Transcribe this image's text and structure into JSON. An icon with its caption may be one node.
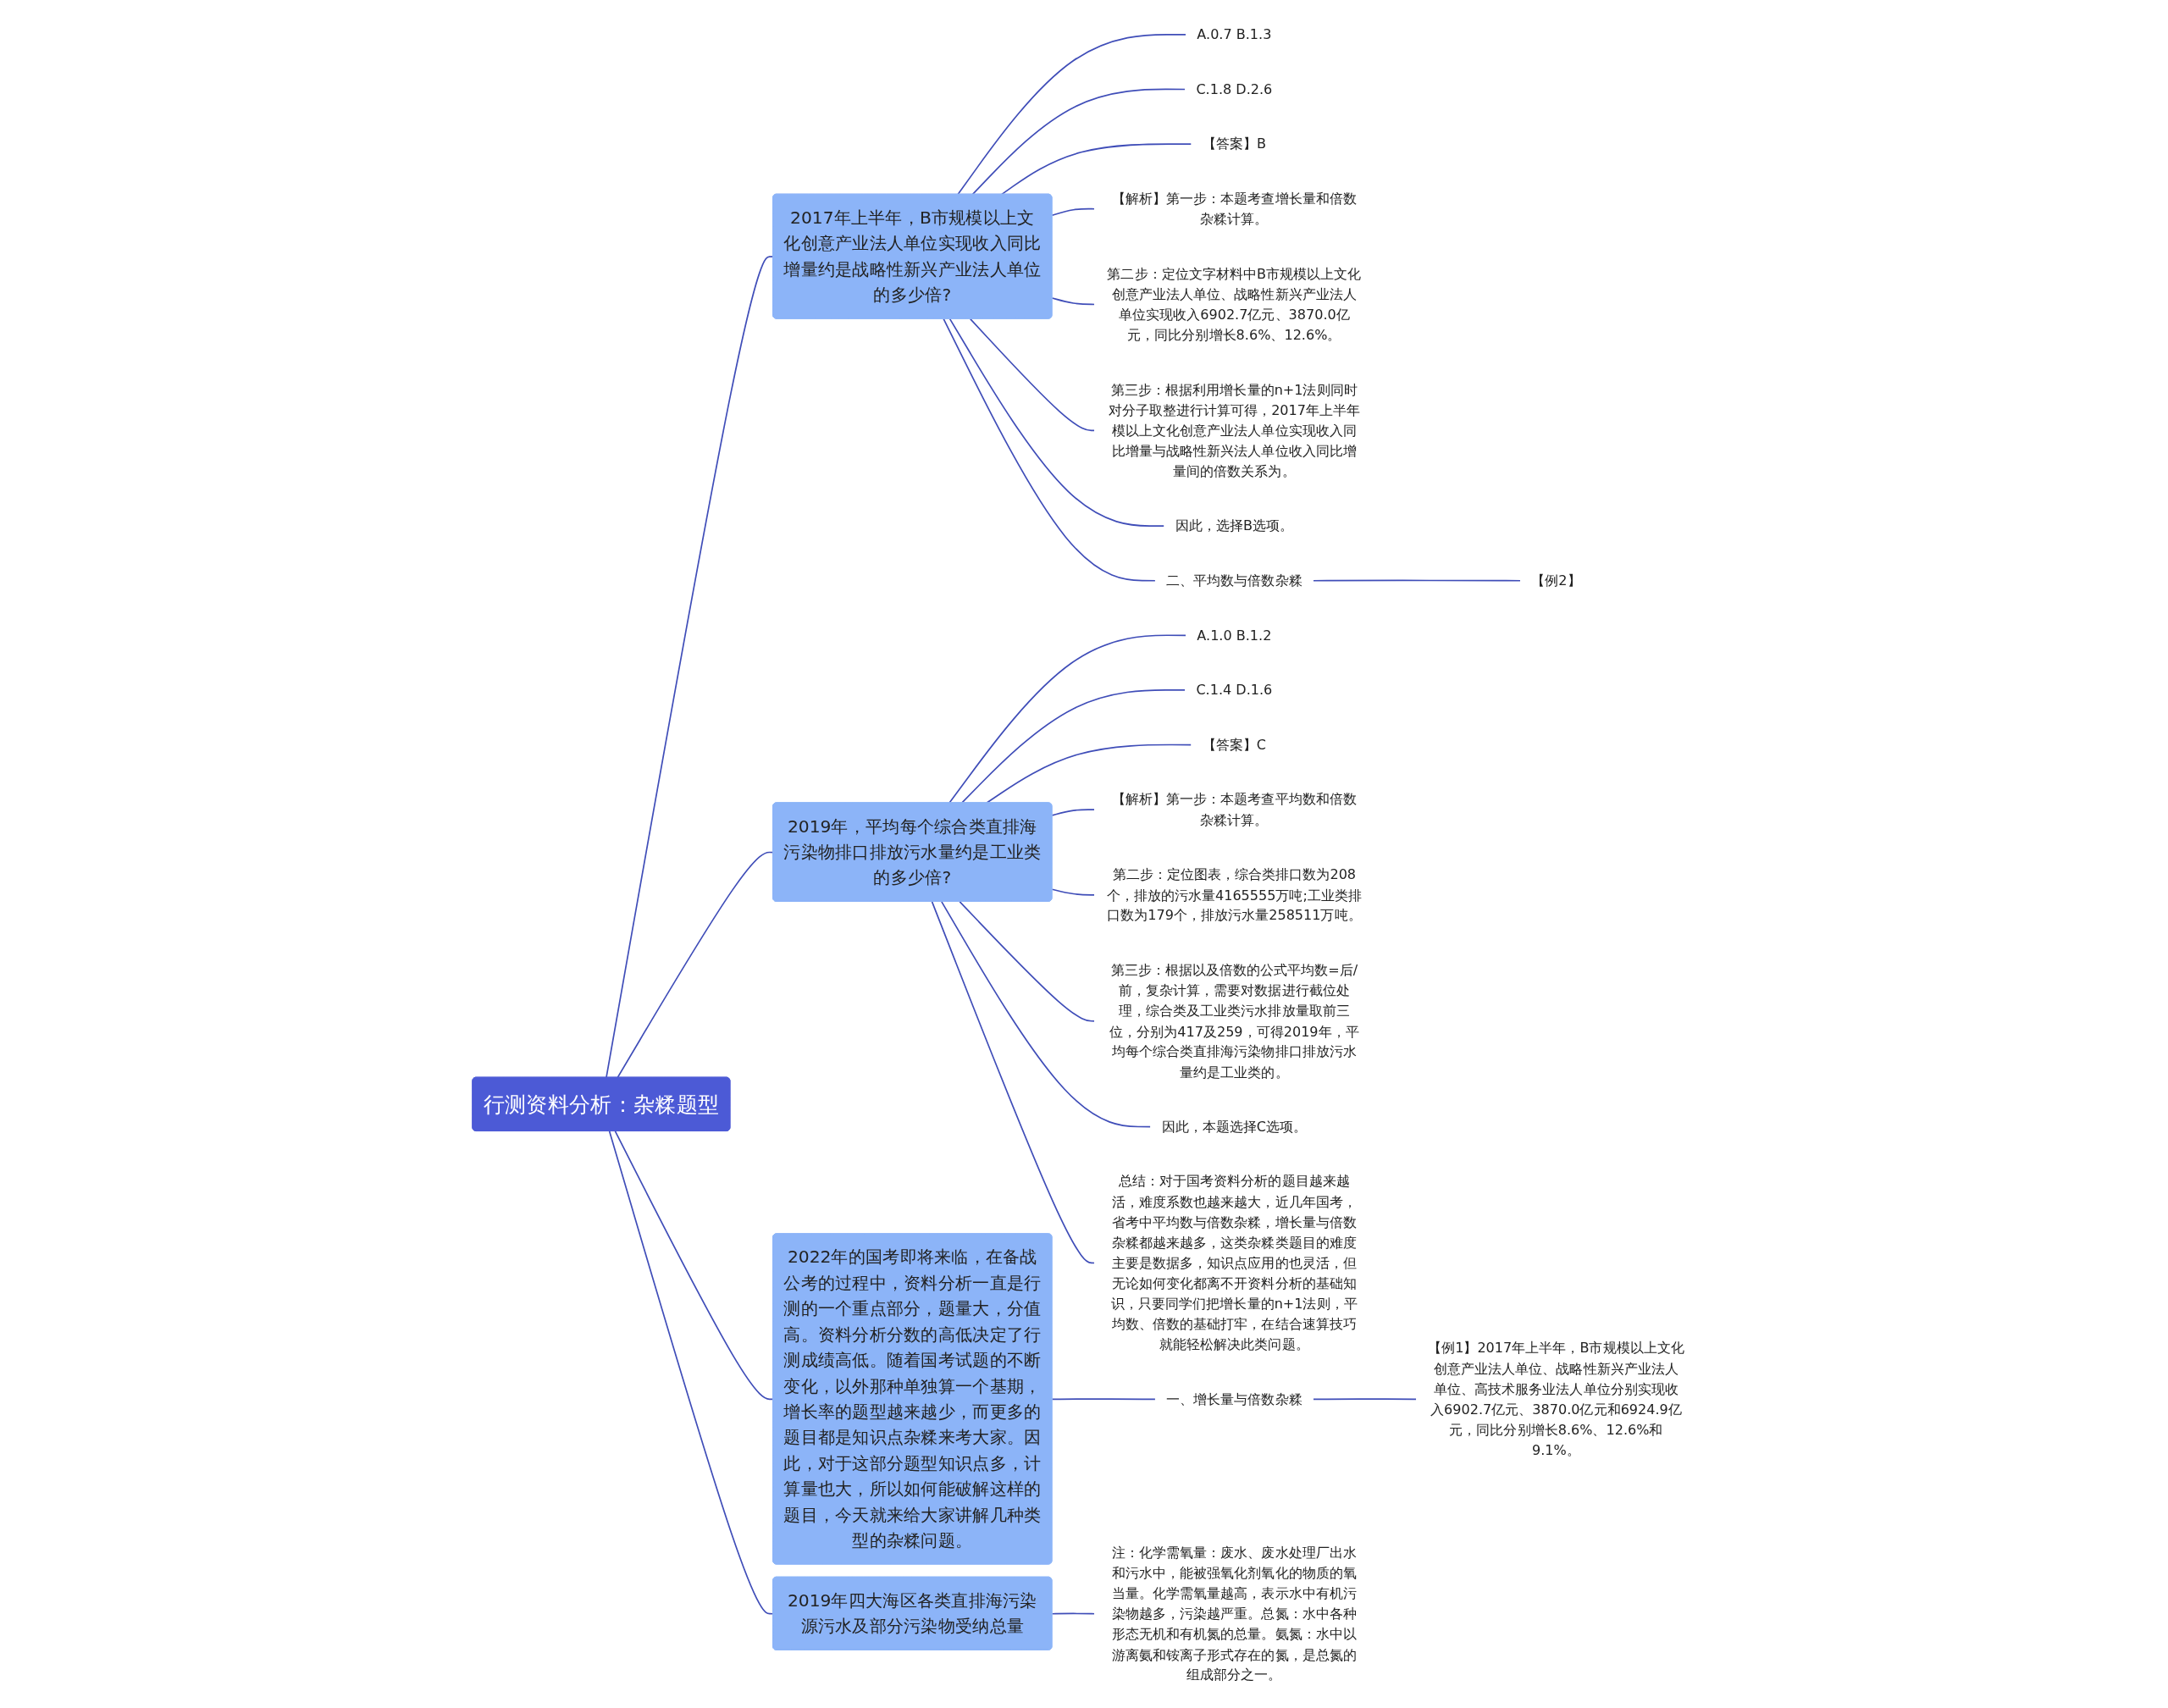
{
  "diagram": {
    "nodes": [
      {
        "text": [
          "行测资料分析：杂糅题型"
        ]
      },
      {
        "text": [
          "2017年上半年，B市规模以上文化创意产业法人单位实现收入同比增量约是战略性新兴产业法人单位的多少倍?"
        ]
      },
      {
        "text": [
          "A.0.7 B.1.3"
        ]
      },
      {
        "text": [
          "C.1.8 D.2.6"
        ]
      },
      {
        "text": [
          "【答案】B"
        ]
      },
      {
        "text": [
          "【解析】第一步：本题考查增长量和倍数杂糅计算。"
        ]
      },
      {
        "text": [
          "第二步：定位文字材料中B市规模以上文化创意产业法人单位、战略性新兴产业法人单位实现收入6902.7亿元、3870.0亿元，同比分别增长8.6%、12.6%。"
        ]
      },
      {
        "text": [
          "第三步：根据利用增长量的n+1法则同时对分子取整进行计算可得，2017年上半年模以上文化创意产业法人单位实现收入同比增量与战略性新兴法人单位收入同比增量间的倍数关系为。"
        ]
      },
      {
        "text": [
          "因此，选择B选项。"
        ]
      },
      {
        "text": [
          "二、平均数与倍数杂糅"
        ]
      },
      {
        "text": [
          "【例2】"
        ]
      },
      {
        "text": [
          "2019年，平均每个综合类直排海污染物排口排放污水量约是工业类的多少倍?"
        ]
      },
      {
        "text": [
          "A.1.0 B.1.2"
        ]
      },
      {
        "text": [
          "C.1.4 D.1.6"
        ]
      },
      {
        "text": [
          "【答案】C"
        ]
      },
      {
        "text": [
          "【解析】第一步：本题考查平均数和倍数杂糅计算。"
        ]
      },
      {
        "text": [
          "第二步：定位图表，综合类排口数为208个，排放的污水量4165555万吨;工业类排口数为179个，排放污水量258511万吨。"
        ]
      },
      {
        "text": [
          "第三步：根据以及倍数的公式平均数=后/前，复杂计算，需要对数据进行截位处理，综合类及工业类污水排放量取前三位，分别为417及259，可得2019年，平均每个综合类直排海污染物排口排放污水量约是工业类的。"
        ]
      },
      {
        "text": [
          "因此，本题选择C选项。"
        ]
      },
      {
        "text": [
          "总结：对于国考资料分析的题目越来越活，难度系数也越来越大，近几年国考，省考中平均数与倍数杂糅，增长量与倍数杂糅都越来越多，这类杂糅类题目的难度主要是数据多，知识点应用的也灵活，但无论如何变化都离不开资料分析的基础知识，只要同学们把增长量的n+1法则，平均数、倍数的基础打牢，在结合速算技巧就能轻松解决此类问题。"
        ]
      },
      {
        "text": [
          "2022年的国考即将来临，在备战公考的过程中，资料分析一直是行测的一个重点部分，题量大，分值高。资料分析分数的高低决定了行测成绩高低。随着国考试题的不断变化，以外那种单独算一个基期，增长率的题型越来越少，而更多的题目都是知识点杂糅来考大家。因此，对于这部分题型知识点多，计算量也大，所以如何能破解这样的题目，今天就来给大家讲解几种类型的杂糅问题。"
        ]
      },
      {
        "text": [
          "一、增长量与倍数杂糅"
        ]
      },
      {
        "text": [
          "【例1】2017年上半年，B市规模以上文化创意产业法人单位、战略性新兴产业法人单位、高技术服务业法人单位分别实现收入6902.7亿元、3870.0亿元和6924.9亿元，同比分别增长8.6%、12.6%和9.1%。"
        ]
      },
      {
        "text": [
          "2019年四大海区各类直排海污染源污水及部分污染物受纳总量"
        ]
      },
      {
        "text": [
          "注：化学需氧量：废水、废水处理厂出水和污水中，能被强氧化剂氧化的物质的氧当量。化学需氧量越高，表示水中有机污染物越多，污染越严重。总氮：水中各种形态无机和有机氮的总量。氨氮：水中以游离氨和铵离子形式存在的氮，是总氮的组成部分之一。"
        ]
      }
    ],
    "edges": [
      {
        "from": 0,
        "to": 1,
        "arrow": "none"
      },
      {
        "from": 1,
        "to": 2,
        "arrow": "none"
      },
      {
        "from": 1,
        "to": 3,
        "arrow": "none"
      },
      {
        "from": 1,
        "to": 4,
        "arrow": "none"
      },
      {
        "from": 1,
        "to": 5,
        "arrow": "none"
      },
      {
        "from": 1,
        "to": 6,
        "arrow": "none"
      },
      {
        "from": 1,
        "to": 7,
        "arrow": "none"
      },
      {
        "from": 1,
        "to": 8,
        "arrow": "none"
      },
      {
        "from": 1,
        "to": 9,
        "arrow": "none"
      },
      {
        "from": 9,
        "to": 10,
        "arrow": "none"
      },
      {
        "from": 0,
        "to": 11,
        "arrow": "none"
      },
      {
        "from": 11,
        "to": 12,
        "arrow": "none"
      },
      {
        "from": 11,
        "to": 13,
        "arrow": "none"
      },
      {
        "from": 11,
        "to": 14,
        "arrow": "none"
      },
      {
        "from": 11,
        "to": 15,
        "arrow": "none"
      },
      {
        "from": 11,
        "to": 16,
        "arrow": "none"
      },
      {
        "from": 11,
        "to": 17,
        "arrow": "none"
      },
      {
        "from": 11,
        "to": 18,
        "arrow": "none"
      },
      {
        "from": 11,
        "to": 19,
        "arrow": "none"
      },
      {
        "from": 0,
        "to": 20,
        "arrow": "none"
      },
      {
        "from": 20,
        "to": 21,
        "arrow": "none"
      },
      {
        "from": 21,
        "to": 22,
        "arrow": "none"
      },
      {
        "from": 0,
        "to": 23,
        "arrow": "none"
      },
      {
        "from": 23,
        "to": 24,
        "arrow": "none"
      }
    ]
  }
}
